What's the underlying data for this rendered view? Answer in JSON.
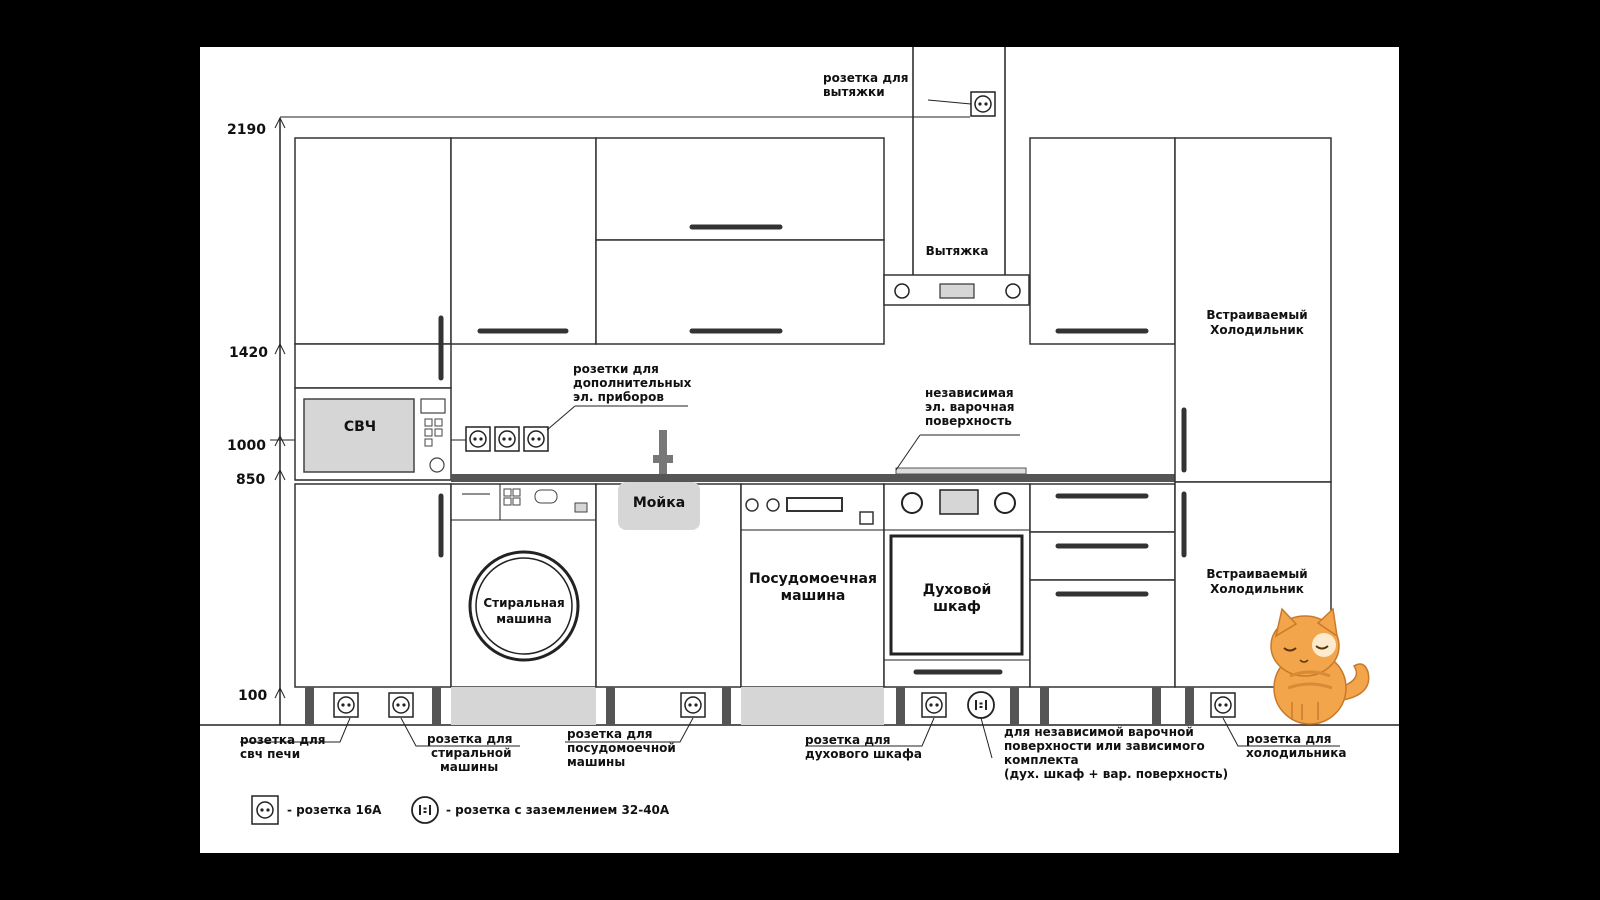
{
  "heights": {
    "h2190": "2190",
    "h1420": "1420",
    "h1000": "1000",
    "h850": "850",
    "h100": "100"
  },
  "appliances": {
    "microwave": "СВЧ",
    "hood": "Вытяжка",
    "fridge_top_1": "Встраиваемый",
    "fridge_top_2": "Холодильник",
    "fridge_bottom_1": "Встраиваемый",
    "fridge_bottom_2": "Холодильник",
    "sink": "Мойка",
    "washer_1": "Стиральная",
    "washer_2": "машина",
    "dishwasher_1": "Посудомоечная",
    "dishwasher_2": "машина",
    "oven_1": "Духовой",
    "oven_2": "шкаф"
  },
  "callouts": {
    "hood_socket_1": "розетка для",
    "hood_socket_2": "вытяжки",
    "extra_1": "розетки для",
    "extra_2": "дополнительных",
    "extra_3": "эл. приборов",
    "hob_1": "независимая",
    "hob_2": "эл. варочная",
    "hob_3": "поверхность",
    "mw_1": "розетка для",
    "mw_2": "свч печи",
    "wm_1": "розетка для",
    "wm_2": "стиральной",
    "wm_3": "машины",
    "dw_1": "розетка для",
    "dw_2": "посудомоечной",
    "dw_3": "машины",
    "ov_1": "розетка для",
    "ov_2": "духового шкафа",
    "combo_1": "для независимой варочной",
    "combo_2": "поверхности или зависимого",
    "combo_3": "комплекта",
    "combo_4": "(дух. шкаф + вар. поверхность)",
    "fr_1": "розетка для",
    "fr_2": "холодильника"
  },
  "legend": {
    "socket_16a": "- розетка 16А",
    "socket_32a": "- розетка с заземлением 32-40А"
  },
  "colors": {
    "background": "#000000",
    "sheet": "#ffffff",
    "lines": "#222222",
    "appliance_fill": "#d6d6d6",
    "countertop": "#555555",
    "cat": "#f2a54a"
  }
}
